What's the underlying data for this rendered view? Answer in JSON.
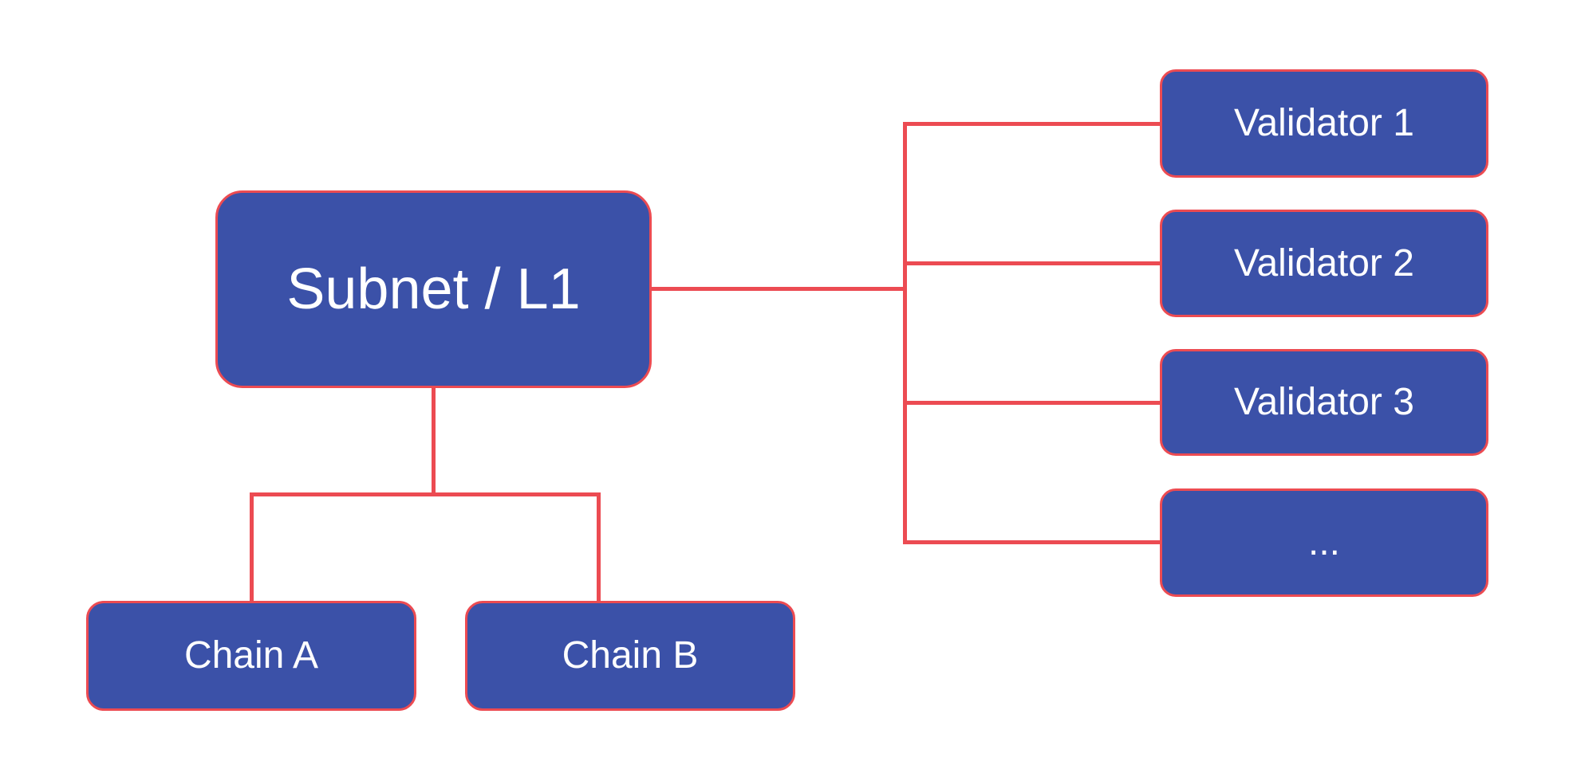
{
  "diagram": {
    "colors": {
      "background": "#ffffff",
      "node_fill": "#3b51a8",
      "line": "#ec4b52",
      "node_text": "#ffffff"
    },
    "nodes": {
      "subnet": {
        "label": "Subnet / L1"
      },
      "chain_a": {
        "label": "Chain A"
      },
      "chain_b": {
        "label": "Chain B"
      },
      "validator_1": {
        "label": "Validator 1"
      },
      "validator_2": {
        "label": "Validator 2"
      },
      "validator_3": {
        "label": "Validator 3"
      },
      "validator_more": {
        "label": "..."
      }
    }
  }
}
